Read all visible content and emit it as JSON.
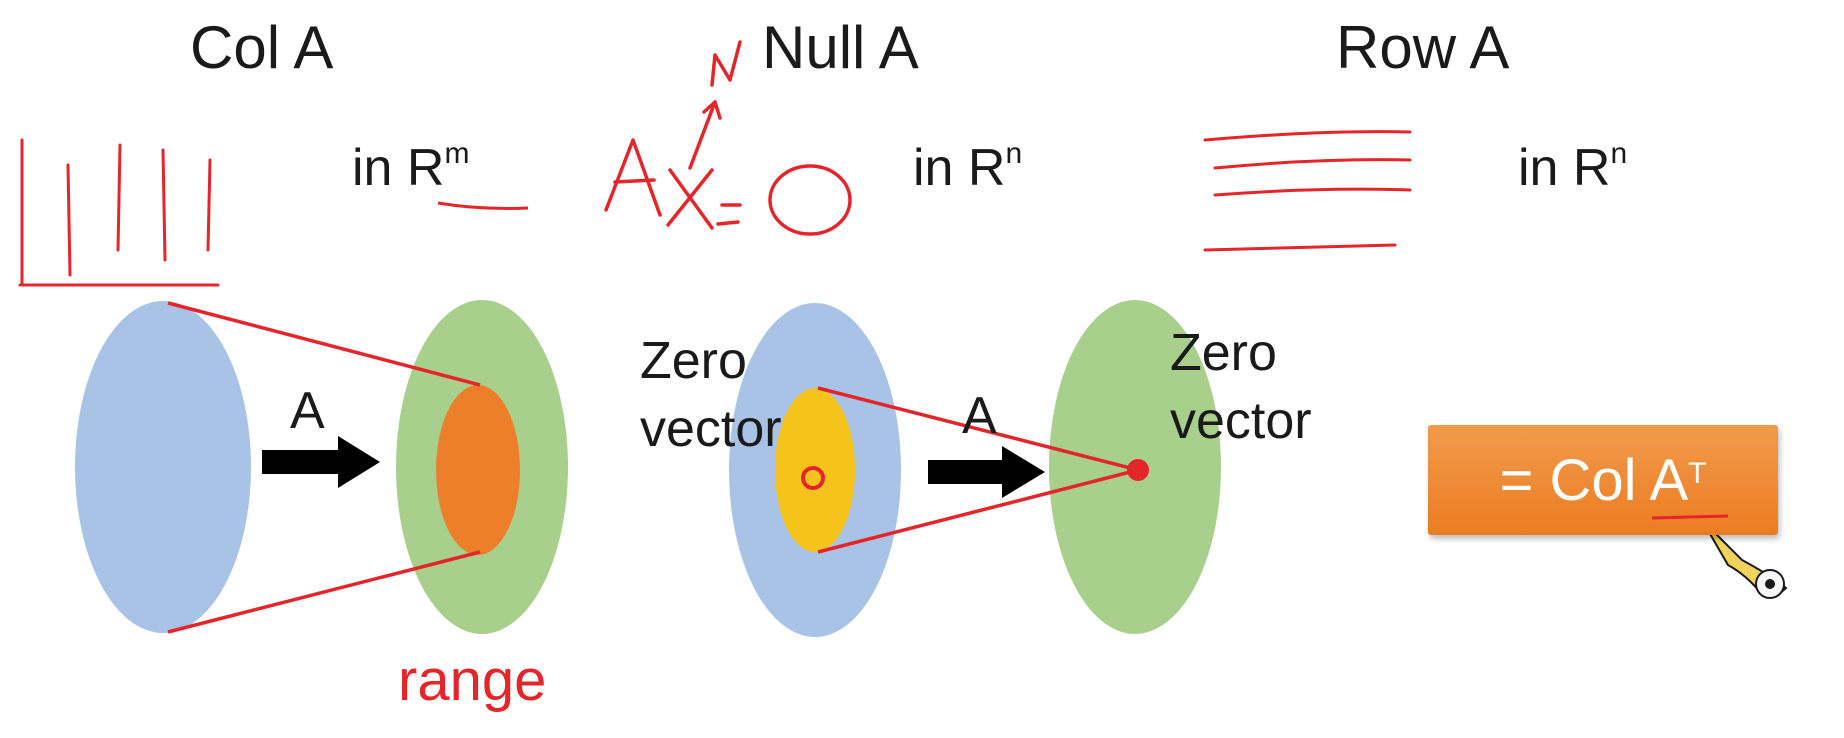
{
  "headers": {
    "col": "Col A",
    "null": "Null A",
    "row": "Row A"
  },
  "spaces": {
    "col": {
      "prefix": "in R",
      "sup": "m"
    },
    "null": {
      "prefix": "in R",
      "sup": "n"
    },
    "row": {
      "prefix": "in R",
      "sup": "n"
    }
  },
  "mappings": {
    "left_label": "A",
    "middle_label": "A"
  },
  "labels": {
    "range": "range",
    "zero_vector_left": "Zero vector",
    "zero_vector_right": "Zero vector"
  },
  "equation_box": {
    "prefix": "= Col A",
    "sup": "T"
  },
  "annotations": {
    "handwritten_equation": "Ax=0",
    "handwritten_n": "n"
  },
  "colors": {
    "domain_blue": "#a9c3e6",
    "codomain_green": "#a8cf8c",
    "range_orange": "#ee7f2a",
    "nullspace_yellow": "#f6c21c",
    "ink_red": "#e4262b",
    "box_orange": "#ed8530"
  }
}
